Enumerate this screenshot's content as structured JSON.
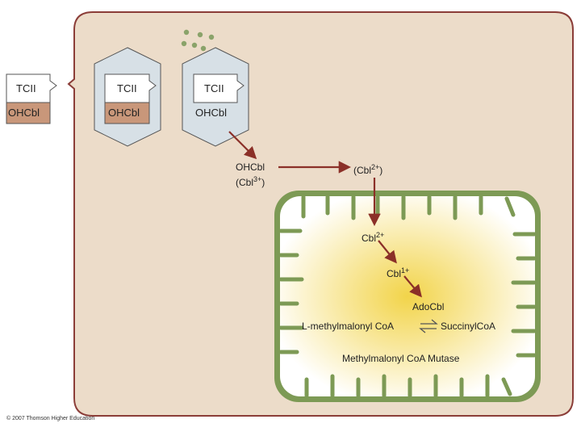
{
  "labels": {
    "tcii": "TCII",
    "ohcbl": "OHCbl",
    "ohcbl_free": "OHCbl",
    "cbl3_base": "(Cbl",
    "cbl3_sup": "3+",
    "cbl3_close": ")",
    "cbl2_outer_base": "(Cbl",
    "cbl2_outer_sup": "2+",
    "cbl2_outer_close": ")",
    "cbl2_base": "Cbl",
    "cbl2_sup": "2+",
    "cbl1_base": "Cbl",
    "cbl1_sup": "1+",
    "adocbl": "AdoCbl",
    "l_methylmalonyl": "L-methylmalonyl CoA",
    "succinyl": "SuccinylCoA",
    "mutase": "Methylmalonyl CoA Mutase",
    "copyright": "© 2007 Thomson Higher Education"
  },
  "colors": {
    "cell_fill": "#ecdcc9",
    "cell_border": "#8b3d38",
    "mito_border": "#7d9a55",
    "mito_glow": "#f2d44a",
    "lysosome_fill": "#d7e0e6",
    "ohcbl_fill": "#c9977a",
    "arrow": "#8b3028",
    "dot": "#8aa36a"
  }
}
